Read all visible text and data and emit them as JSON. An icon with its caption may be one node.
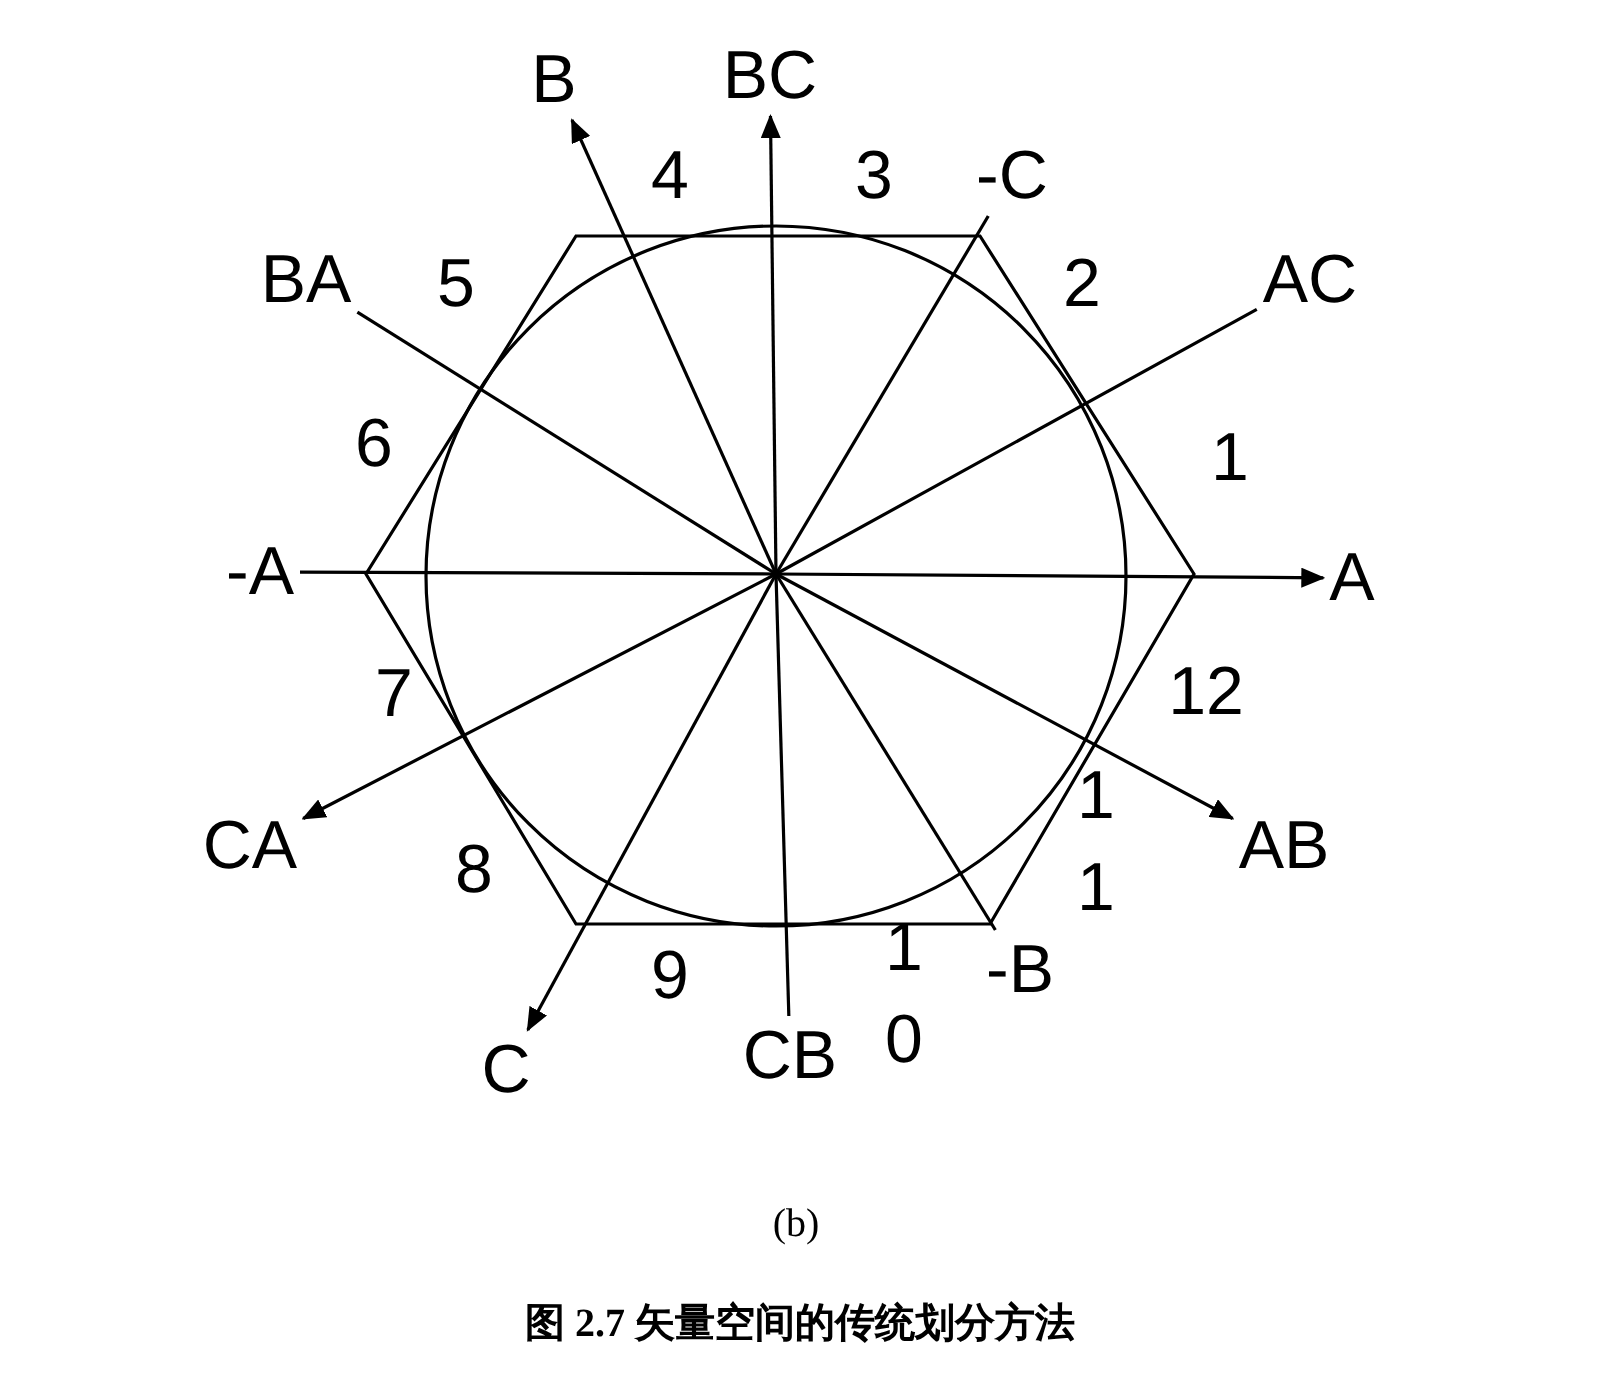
{
  "diagram": {
    "caption": "图 2.7 矢量空间的传统划分方法",
    "nodes": [
      {
        "text": [
          "A"
        ]
      },
      {
        "text": [
          "AC"
        ]
      },
      {
        "text": [
          "-C"
        ]
      },
      {
        "text": [
          "BC"
        ]
      },
      {
        "text": [
          "B"
        ]
      },
      {
        "text": [
          "BA"
        ]
      },
      {
        "text": [
          "-A"
        ]
      },
      {
        "text": [
          "CA"
        ]
      },
      {
        "text": [
          "C"
        ]
      },
      {
        "text": [
          "CB"
        ]
      },
      {
        "text": [
          "-B"
        ]
      },
      {
        "text": [
          "AB"
        ]
      }
    ],
    "edges": [
      {
        "from": null,
        "to": 0,
        "arrow": "to"
      },
      {
        "from": null,
        "to": 1,
        "arrow": "none"
      },
      {
        "from": null,
        "to": 2,
        "arrow": "none"
      },
      {
        "from": null,
        "to": 3,
        "arrow": "to"
      },
      {
        "from": null,
        "to": 4,
        "arrow": "to"
      },
      {
        "from": null,
        "to": 5,
        "arrow": "none"
      },
      {
        "from": null,
        "to": 6,
        "arrow": "none"
      },
      {
        "from": null,
        "to": 7,
        "arrow": "to"
      },
      {
        "from": null,
        "to": 8,
        "arrow": "to"
      },
      {
        "from": null,
        "to": 9,
        "arrow": "none"
      },
      {
        "from": null,
        "to": 10,
        "arrow": "none"
      },
      {
        "from": null,
        "to": 11,
        "arrow": "to"
      }
    ],
    "labels": [
      "1",
      "2",
      "3",
      "4",
      "5",
      "6",
      "7",
      "8",
      "9",
      "10",
      "11",
      "12",
      "(b)"
    ]
  }
}
